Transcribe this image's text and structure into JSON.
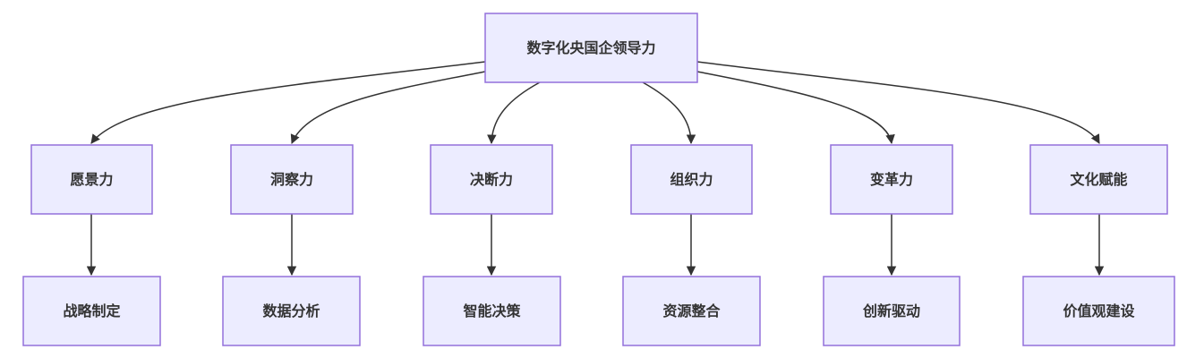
{
  "root": {
    "id": "root",
    "label": "数字化央国企领导力"
  },
  "capabilities": [
    {
      "id": "vision",
      "label": "愿景力",
      "child": {
        "id": "strategy",
        "label": "战略制定"
      }
    },
    {
      "id": "insight",
      "label": "洞察力",
      "child": {
        "id": "analytics",
        "label": "数据分析"
      }
    },
    {
      "id": "decision",
      "label": "决断力",
      "child": {
        "id": "smartdec",
        "label": "智能决策"
      }
    },
    {
      "id": "organization",
      "label": "组织力",
      "child": {
        "id": "resources",
        "label": "资源整合"
      }
    },
    {
      "id": "transformation",
      "label": "变革力",
      "child": {
        "id": "innovation",
        "label": "创新驱动"
      }
    },
    {
      "id": "culture",
      "label": "文化赋能",
      "child": {
        "id": "values",
        "label": "价值观建设"
      }
    }
  ],
  "colors": {
    "node_fill": "#ececff",
    "node_stroke": "#9370db",
    "edge": "#333333",
    "text": "#333333"
  }
}
